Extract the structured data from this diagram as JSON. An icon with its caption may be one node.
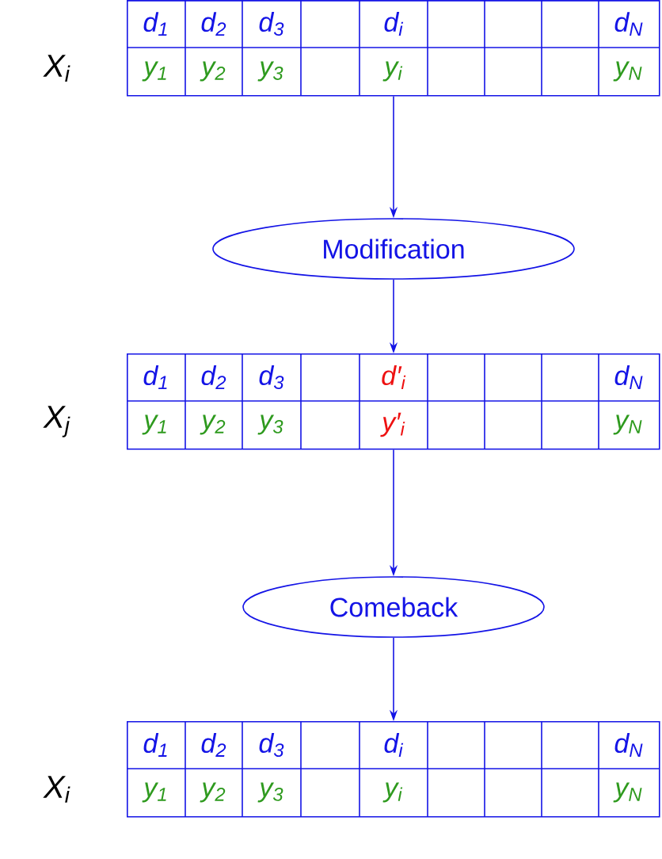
{
  "diagram": {
    "nodes": [
      {
        "text": [
          "d$_{1}$",
          "d$_{2}$",
          "d$_{3}$",
          "d$_{i}$",
          "d$_{N}$",
          "y$_{1}$",
          "y$_{2}$",
          "y$_{3}$",
          "y$_{i}$",
          "y$_{N}$"
        ],
        "beside": [
          "X$_{i}$"
        ]
      },
      {
        "text": [
          "Modification"
        ]
      },
      {
        "text": [
          "d$_{1}$",
          "d$_{2}$",
          "d$_{3}$",
          "d′$_{i}$",
          "d$_{N}$",
          "y$_{1}$",
          "y$_{2}$",
          "y$_{3}$",
          "y′$_{i}$",
          "y$_{N}$"
        ],
        "beside": [
          "X$_{j}$"
        ]
      },
      {
        "text": [
          "Comeback"
        ]
      },
      {
        "text": [
          "d$_{1}$",
          "d$_{2}$",
          "d$_{3}$",
          "d$_{i}$",
          "d$_{N}$",
          "y$_{1}$",
          "y$_{2}$",
          "y$_{3}$",
          "y$_{i}$",
          "y$_{N}$"
        ],
        "beside": [
          "X$_{i}$"
        ]
      }
    ],
    "edges": [
      {
        "from": 0,
        "to": 1,
        "arrow": "to"
      },
      {
        "from": 1,
        "to": 2,
        "arrow": "to"
      },
      {
        "from": 2,
        "to": 3,
        "arrow": "to"
      },
      {
        "from": 3,
        "to": 4,
        "arrow": "to"
      }
    ]
  }
}
